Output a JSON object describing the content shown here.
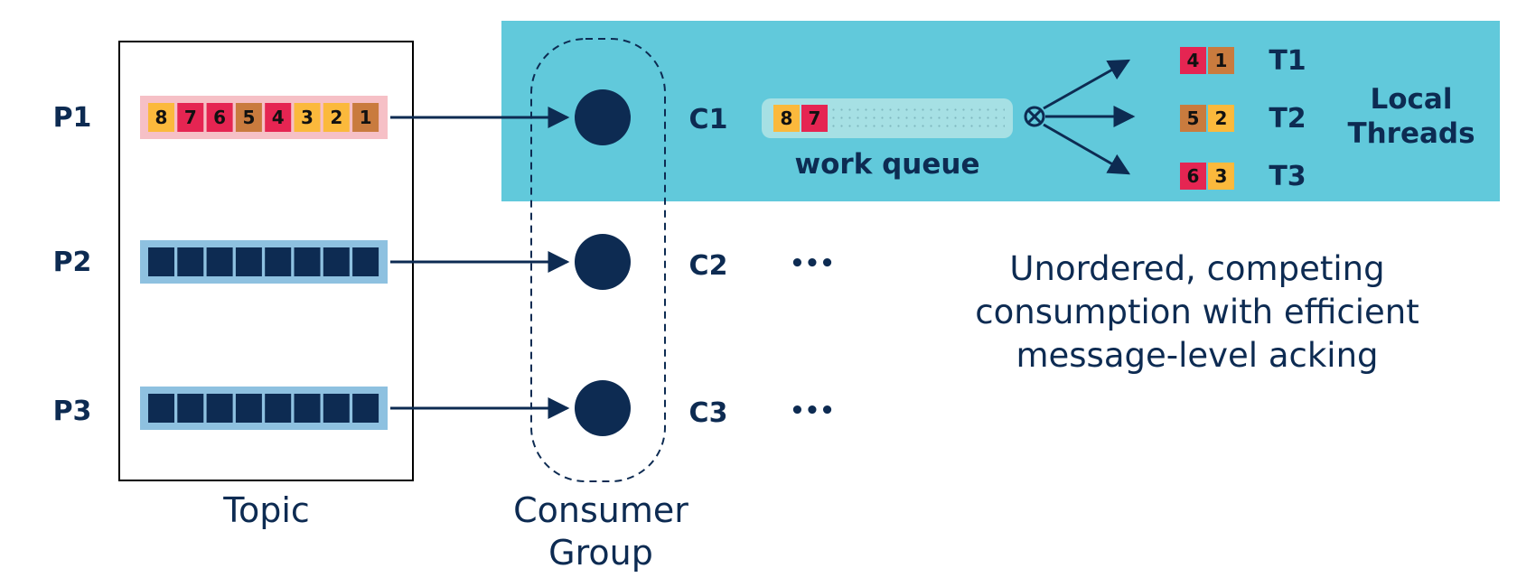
{
  "topic": {
    "label": "Topic",
    "partitions": [
      {
        "label": "P1",
        "messages": [
          "8",
          "7",
          "6",
          "5",
          "4",
          "3",
          "2",
          "1"
        ]
      },
      {
        "label": "P2",
        "messages": []
      },
      {
        "label": "P3",
        "messages": []
      }
    ]
  },
  "consumer_group": {
    "label_line1": "Consumer",
    "label_line2": "Group",
    "consumers": [
      "C1",
      "C2",
      "C3"
    ],
    "ellipsis": "•••"
  },
  "work_queue": {
    "label": "work queue",
    "messages": [
      "8",
      "7"
    ]
  },
  "local_threads": {
    "label_line1": "Local",
    "label_line2": "Threads",
    "threads": [
      {
        "label": "T1",
        "messages": [
          "4",
          "1"
        ]
      },
      {
        "label": "T2",
        "messages": [
          "5",
          "2"
        ]
      },
      {
        "label": "T3",
        "messages": [
          "6",
          "3"
        ]
      }
    ]
  },
  "caption": {
    "line1": "Unordered, competing",
    "line2": "consumption with efficient",
    "line3": "message-level acking"
  },
  "colors": {
    "navy": "#0d2b52",
    "teal_panel": "#61c9db",
    "pink_bg": "#f6c0c6",
    "blue_bg": "#8ec1e0",
    "msg_red": "#e52552",
    "msg_yellow": "#fbb93c",
    "msg_brown": "#c97b3e",
    "queue_bg": "#a6e0e4"
  }
}
